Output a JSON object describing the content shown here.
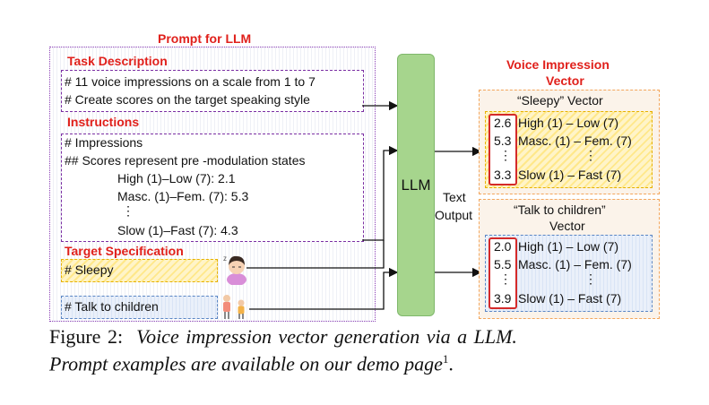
{
  "prompt": {
    "title": "Prompt for LLM",
    "task_title": "Task Description",
    "task_lines": [
      "# 11 voice impressions on a scale from 1 to 7",
      "# Create scores on the target speaking style"
    ],
    "instr_title": "Instructions",
    "instr_lines": [
      "# Impressions",
      "## Scores represent pre -modulation states"
    ],
    "instr_items": [
      "High (1)–Low (7): 2.1",
      "Masc. (1)–Fem. (7): 5.3",
      "⋮",
      "Slow (1)–Fast (7): 4.3"
    ],
    "target_title": "Target Specification",
    "target_sleepy": "# Sleepy",
    "target_children": "# Talk to children"
  },
  "llm": {
    "label": "LLM",
    "output_label_1": "Text",
    "output_label_2": "Output"
  },
  "output": {
    "title_1": "Voice Impression",
    "title_2": "Vector",
    "sleepy": {
      "title": "“Sleepy” Vector",
      "values": [
        "2.6",
        "5.3",
        "⋮",
        "3.3"
      ],
      "labels": [
        "High (1) – Low (7)",
        "Masc. (1) – Fem. (7)",
        "⋮",
        "Slow (1) – Fast (7)"
      ]
    },
    "children": {
      "title_1": "“Talk to children”",
      "title_2": "Vector",
      "values": [
        "2.0",
        "5.5",
        "⋮",
        "3.9"
      ],
      "labels": [
        "High (1) – Low (7)",
        "Masc. (1) – Fem. (7)",
        "⋮",
        "Slow (1) – Fast (7)"
      ]
    }
  },
  "caption": {
    "label": "Figure 2:",
    "line1": "Voice impression vector generation via a LLM.",
    "line2": "Prompt examples are available on our demo page",
    "sup": "1",
    "end": "."
  },
  "colors": {
    "accent_red": "#e0201b",
    "llm_green": "#a6d58d",
    "purple": "#7b2fa3",
    "orange": "#f3a65c"
  },
  "icons": [
    "sleepy-person-icon",
    "children-icon"
  ]
}
